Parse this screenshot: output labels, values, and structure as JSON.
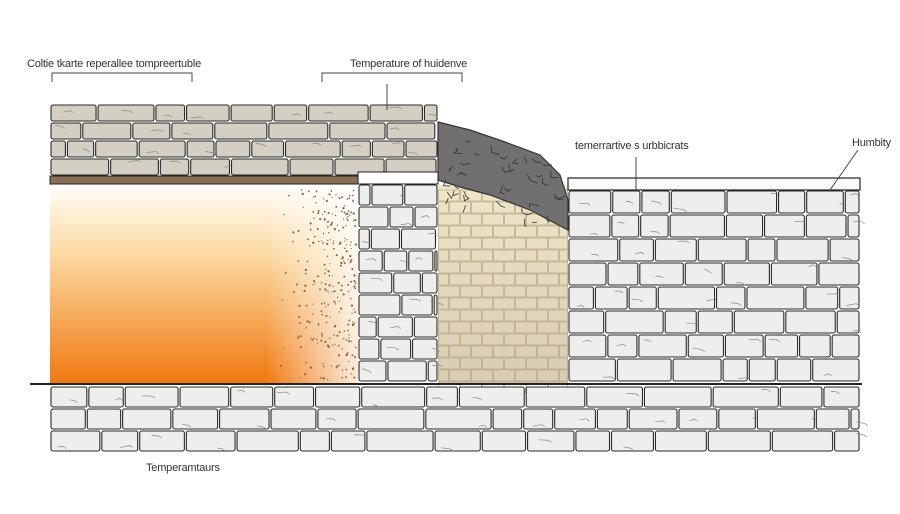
{
  "labels": {
    "top_left": "Coltie tkarte reperallee tompreertuble",
    "top_middle": "Temperature of huidenve",
    "right_middle": "temerrartive s urbbicrats",
    "right": "Humbity",
    "bottom": "Temperamtaurs"
  },
  "colors": {
    "slab_stone": "#d4cfc3",
    "white_stone": "#eeeeec",
    "brick": "#e8dcc0",
    "rock": "#6e6e6c",
    "gradient_top": "#ffffff",
    "gradient_bottom": "#f07a10"
  }
}
